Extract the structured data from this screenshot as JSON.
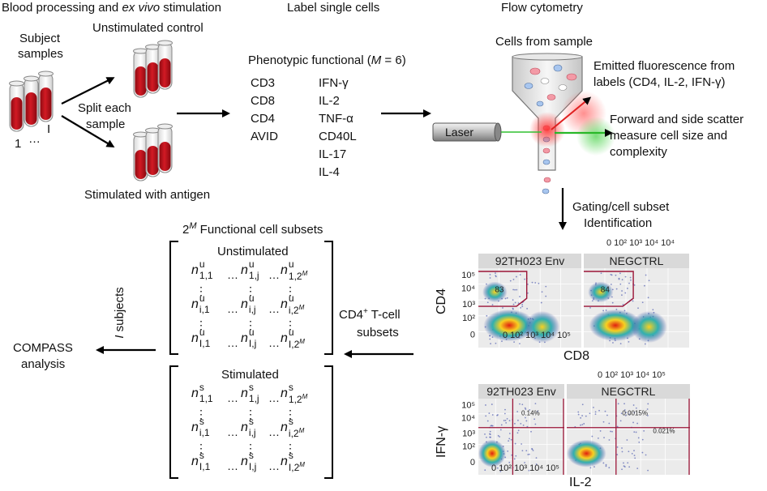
{
  "headers": {
    "blood_prefix": "Blood processing and ",
    "blood_italic": "ex vivo",
    "blood_suffix": " stimulation",
    "label_cells": "Label single cells",
    "flow": "Flow cytometry"
  },
  "left": {
    "subject_samples_1": "Subject",
    "subject_samples_2": "samples",
    "tube_index_1": "1",
    "tube_dots": "…",
    "tube_index_i": "I",
    "unstimulated_control": "Unstimulated control",
    "split_1": "Split each",
    "split_2": "sample",
    "stimulated_with_antigen": "Stimulated with antigen"
  },
  "markers": {
    "title_prefix": "Phenotypic functional (",
    "title_M": "M",
    "title_suffix": " = 6)",
    "phenotypic": [
      "CD3",
      "CD8",
      "CD4",
      "AVID"
    ],
    "functional": [
      "IFN-γ",
      "IL-2",
      "TNF-α",
      "CD40L",
      "IL-17",
      "IL-4"
    ]
  },
  "flow": {
    "cells_from_sample": "Cells from sample",
    "laser": "Laser",
    "emitted_1": "Emitted fluorescence from",
    "emitted_2": "labels (CD4, IL-2, IFN-γ)",
    "scatter_1": "Forward and side scatter",
    "scatter_2": "measure cell size and",
    "scatter_3": "complexity",
    "gating_1": "Gating/cell subset",
    "gating_2": "Identification"
  },
  "matrix": {
    "title_prefix": "2",
    "title_sup": "M",
    "title_suffix": " Functional cell subsets",
    "unstimulated": "Unstimulated",
    "stimulated": "Stimulated",
    "subjects_italic": "I",
    "subjects_text": " subjects",
    "cd4_1": "CD4",
    "cd4_sup": "+",
    "cd4_2": " T-cell",
    "cd4_3": "subsets",
    "compass_1": "COMPASS",
    "compass_2": "analysis"
  },
  "plots": {
    "panel_left": "92TH023 Env",
    "panel_right": "NEGCTRL",
    "top_ylabel": "CD4",
    "top_xlabel": "CD8",
    "bottom_ylabel": "IFN-γ",
    "bottom_xlabel": "IL-2",
    "top_right_xticks": "0 10² 10³ 10⁴ 10⁴",
    "bottom_right_xticks": "0 10² 10³ 10⁴ 10⁵",
    "left_xticks": "0 10² 10³ 10⁴ 10⁵",
    "yticks": [
      "10⁵",
      "10⁴",
      "10³",
      "10²",
      "0"
    ],
    "gate_top_left": "83",
    "gate_top_right": "84",
    "gate_bot_left": "0.14%",
    "gate_bot_right_1": "0.0015%",
    "gate_bot_right_2": "0.021%"
  },
  "colors": {
    "blood": "#c0141e",
    "gate": "#9b1538",
    "panel_strip": "#d9d9d9",
    "panel_bg": "#ebebeb"
  }
}
